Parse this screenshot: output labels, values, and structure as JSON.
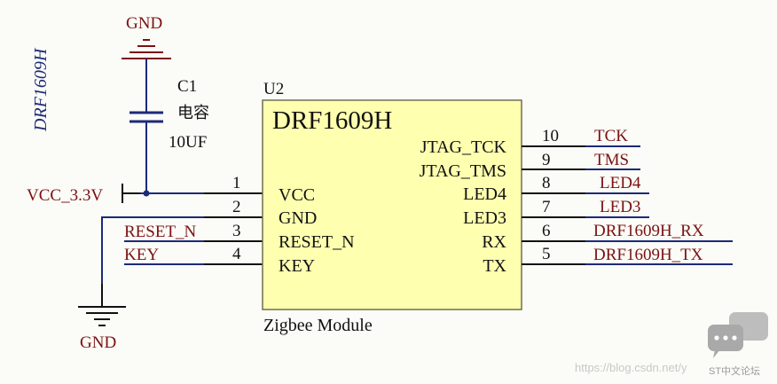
{
  "sheet_title": "DRF1609H",
  "capacitor": {
    "ref": "C1",
    "name": "电容",
    "value": "10UF"
  },
  "power": {
    "gnd_top": "GND",
    "gnd_bottom": "GND",
    "vcc": "VCC_3.3V"
  },
  "module": {
    "ref": "U2",
    "part": "DRF1609H",
    "footer": "Zigbee Module",
    "left_pins": [
      {
        "num": "1",
        "name": "VCC",
        "net": ""
      },
      {
        "num": "2",
        "name": "GND",
        "net": ""
      },
      {
        "num": "3",
        "name": "RESET_N",
        "net": "RESET_N"
      },
      {
        "num": "4",
        "name": "KEY",
        "net": "KEY"
      }
    ],
    "right_pins": [
      {
        "num": "10",
        "name": "JTAG_TCK",
        "net": "TCK"
      },
      {
        "num": "9",
        "name": "JTAG_TMS",
        "net": "TMS"
      },
      {
        "num": "8",
        "name": "LED4",
        "net": "LED4"
      },
      {
        "num": "7",
        "name": "LED3",
        "net": "LED3"
      },
      {
        "num": "6",
        "name": "RX",
        "net": "DRF1609H_RX"
      },
      {
        "num": "5",
        "name": "TX",
        "net": "DRF1609H_TX"
      }
    ]
  },
  "watermark": {
    "url": "https://blog.csdn.net/y",
    "brand": "ST中文论坛"
  },
  "colors": {
    "wire": "#1c2a78",
    "module_fill": "#ffffb0",
    "label": "#7a1212",
    "pin": "#111111"
  }
}
